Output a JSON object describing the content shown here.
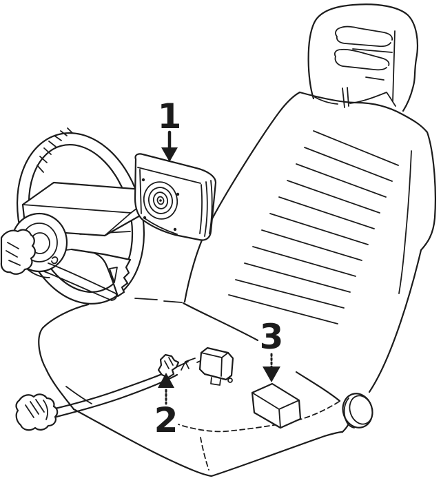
{
  "diagram": {
    "background": "#ffffff",
    "ink_color": "#1c1c1c",
    "callouts": [
      {
        "label": "1",
        "part": "driver-airbag-module",
        "arrow_direction": "down",
        "shaft_style": "solid"
      },
      {
        "label": "2",
        "part": "clockspring-wiring-harness",
        "arrow_direction": "up",
        "shaft_style": "dotted"
      },
      {
        "label": "3",
        "part": "airbag-control-module",
        "arrow_direction": "down",
        "shaft_style": "dotted"
      }
    ],
    "illustration_parts": [
      "steering-wheel-and-column",
      "driver-airbag-module",
      "clockspring-wiring-harness",
      "airbag-control-module",
      "front-seat"
    ]
  }
}
